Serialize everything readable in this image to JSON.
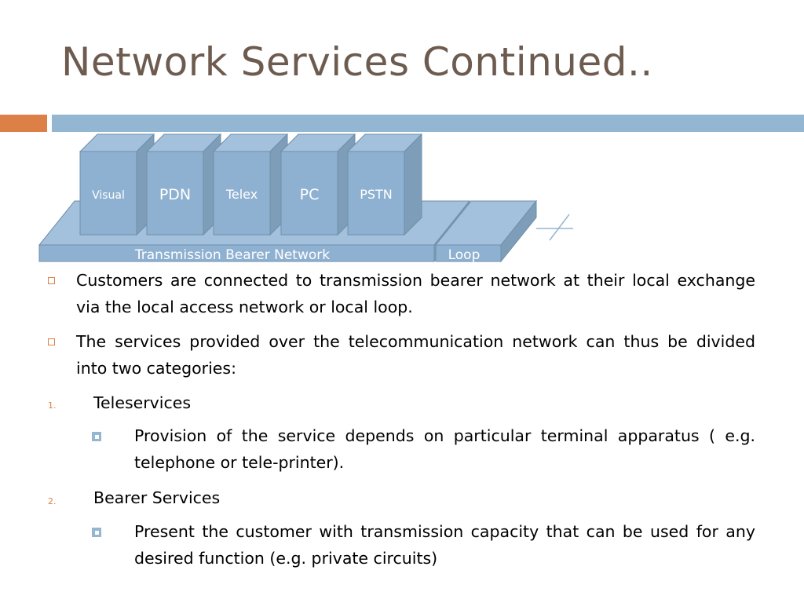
{
  "slide": {
    "title": "Network Services Continued..",
    "colors": {
      "title": "#6e5b4f",
      "accent_orange": "#dd8047",
      "accent_blue": "#93b6d2"
    }
  },
  "diagram": {
    "boxes": [
      "Visual",
      "PDN",
      "Telex",
      "PC",
      "PSTN"
    ],
    "bearer_label": "Transmission Bearer Network",
    "loop_label": "Loop"
  },
  "content": {
    "bullets": [
      "Customers are connected to transmission bearer network at their local exchange via the local access network or local loop.",
      "The services provided over the telecommunication network can thus be divided into two categories:"
    ],
    "categories": [
      {
        "marker": "1.",
        "label": "Teleservices",
        "detail": "Provision of the service depends on particular terminal apparatus ( e.g. telephone or tele-printer)."
      },
      {
        "marker": "2.",
        "label": "Bearer Services",
        "detail": "Present the customer with transmission capacity that can be used for any desired function (e.g. private circuits)"
      }
    ]
  }
}
